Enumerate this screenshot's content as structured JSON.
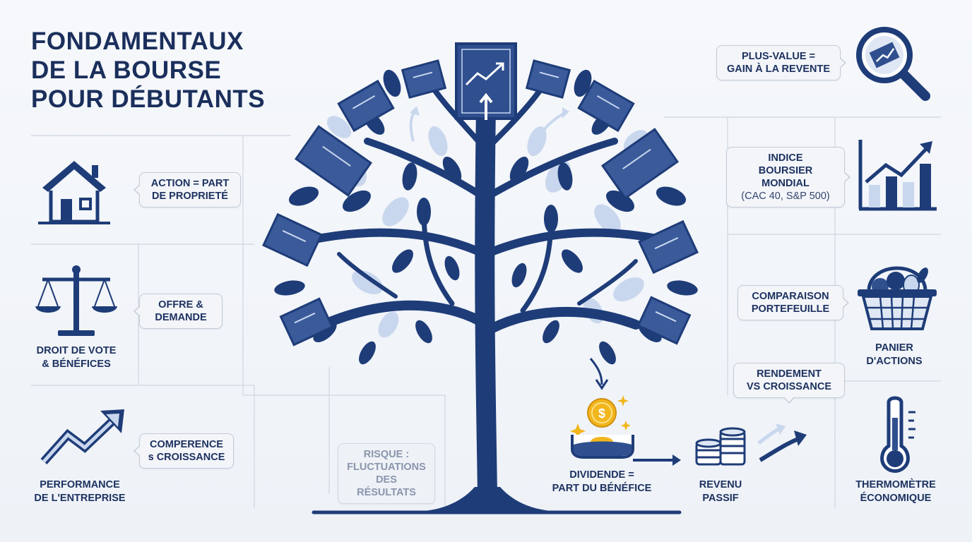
{
  "title": {
    "line1": "FONDAMENTAUX",
    "line2": "DE LA BOURSE",
    "line3": "POUR DÉBUTANTS"
  },
  "left": {
    "house": {
      "icon": "house-icon",
      "callout_l1": "ACTION = PART",
      "callout_l2": "DE PROPRIETÉ"
    },
    "scale": {
      "icon": "balance-scale-icon",
      "callout_l1": "OFFRE &",
      "callout_l2": "DEMANDE",
      "label_l1": "DROIT DE VOTE",
      "label_l2": "& BÉNÉFICES"
    },
    "growth": {
      "icon": "growth-arrow-icon",
      "callout_l1": "COMPERENCE",
      "callout_l2": "s CROISSANCE",
      "label_l1": "PERFORMANCE",
      "label_l2": "DE L'ENTREPRISE"
    }
  },
  "center": {
    "tree_icon": "money-tree-icon",
    "risk_l1": "RISQUE :",
    "risk_l2": "FLUCTUATIONS",
    "risk_l3": "DES RÉSULTATS",
    "dividend_l1": "DIVIDENDE =",
    "dividend_l2": "PART DU BÉNÉFICE",
    "coin_symbol": "$"
  },
  "right": {
    "plus_value": {
      "icon": "magnifier-icon",
      "callout_l1": "PLUS-VALUE =",
      "callout_l2": "GAIN À LA REVENTE"
    },
    "index": {
      "icon": "bar-chart-icon",
      "callout_l1": "INDICE",
      "callout_l2": "BOURSIER",
      "callout_l3": "MONDIAL",
      "callout_l4": "(CAC 40, S&P 500)"
    },
    "basket": {
      "icon": "basket-icon",
      "callout_l1": "COMPARAISON",
      "callout_l2": "PORTEFEUILLE",
      "label_l1": "PANIER",
      "label_l2": "D'ACTIONS"
    },
    "rendement": {
      "callout_l1": "RENDEMENT",
      "callout_l2": "VS CROISSANCE"
    },
    "revenu": {
      "icon": "coin-stack-icon",
      "label_l1": "REVENU",
      "label_l2": "PASSIF"
    },
    "thermo": {
      "icon": "thermometer-icon",
      "label_l1": "THERMOMÈTRE",
      "label_l2": "ÉCONOMIQUE"
    }
  },
  "colors": {
    "navy": "#1e3c78",
    "light_blue": "#c9d7ee",
    "gold": "#f2b61d",
    "background": "#f2f5f9"
  }
}
